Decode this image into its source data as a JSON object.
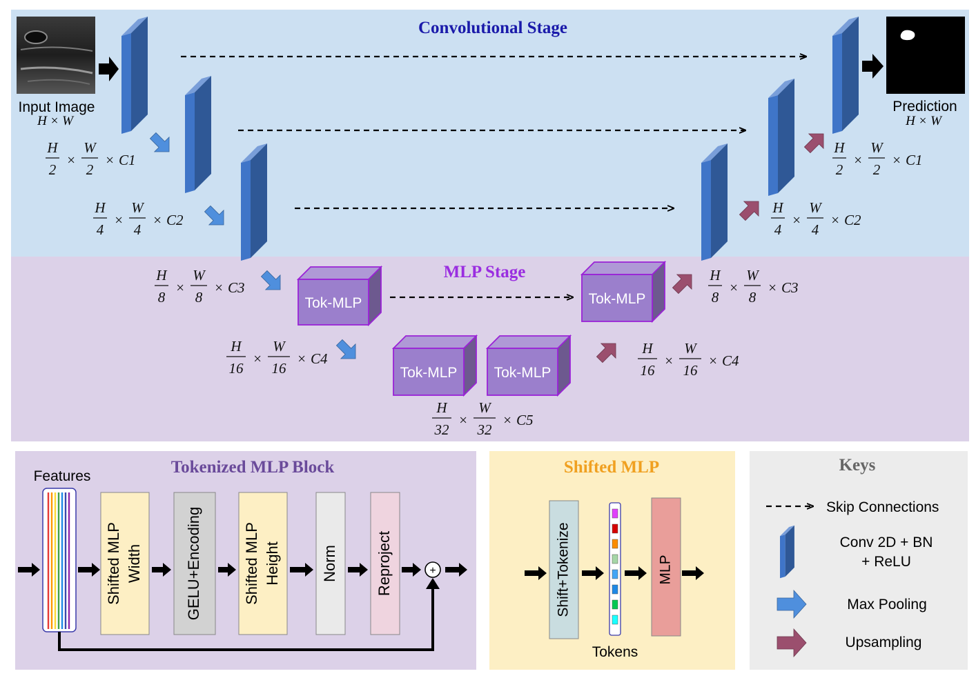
{
  "colors": {
    "conv_bg": "#cce0f2",
    "mlp_bg": "#dcd1e8",
    "tok_bg": "#dcd1e8",
    "shift_bg": "#fdefc4",
    "keys_bg": "#ececec",
    "conv_block": "#3f75c8",
    "maxpool_arrow": "#4f8fdd",
    "upsample_arrow": "#9b4f6e",
    "tokmlp_cube": "#9b7fcc",
    "conv_title": "#1a1aaa",
    "mlp_title": "#9a2ee0",
    "tok_title": "#6a4a9a",
    "shift_title": "#f0a020",
    "keys_title": "#666666"
  },
  "top": {
    "conv_title": "Convolutional Stage",
    "mlp_title": "MLP Stage",
    "input_label": "Input Image",
    "input_dim": "H × W",
    "prediction_label": "Prediction",
    "prediction_dim": "H × W",
    "tokmlp_label": "Tok-MLP",
    "dims": [
      {
        "id": "enc1",
        "h": "H",
        "hd": "2",
        "w": "W",
        "wd": "2",
        "c": "C1"
      },
      {
        "id": "enc2",
        "h": "H",
        "hd": "4",
        "w": "W",
        "wd": "4",
        "c": "C2"
      },
      {
        "id": "enc3",
        "h": "H",
        "hd": "8",
        "w": "W",
        "wd": "8",
        "c": "C3"
      },
      {
        "id": "enc4",
        "h": "H",
        "hd": "16",
        "w": "W",
        "wd": "16",
        "c": "C4"
      },
      {
        "id": "bottleneck",
        "h": "H",
        "hd": "32",
        "w": "W",
        "wd": "32",
        "c": "C5"
      },
      {
        "id": "dec4",
        "h": "H",
        "hd": "16",
        "w": "W",
        "wd": "16",
        "c": "C4"
      },
      {
        "id": "dec3",
        "h": "H",
        "hd": "8",
        "w": "W",
        "wd": "8",
        "c": "C3"
      },
      {
        "id": "dec2",
        "h": "H",
        "hd": "4",
        "w": "W",
        "wd": "4",
        "c": "C2"
      },
      {
        "id": "dec1",
        "h": "H",
        "hd": "2",
        "w": "W",
        "wd": "2",
        "c": "C1"
      }
    ]
  },
  "tok_block": {
    "title": "Tokenized MLP Block",
    "features_label": "Features",
    "steps": [
      "Shifted MLP Width",
      "GELU+Encoding",
      "Shifted MLP Height",
      "Norm",
      "Reproject"
    ],
    "step_lines": [
      [
        "Shifted MLP",
        "Width"
      ],
      [
        "GELU+Encoding"
      ],
      [
        "Shifted MLP",
        "Height"
      ],
      [
        "Norm"
      ],
      [
        "Reproject"
      ]
    ],
    "plus_symbol": "+",
    "feature_colors": [
      "#e53935",
      "#ff9800",
      "#fdd835",
      "#43a047",
      "#1e88e5",
      "#3949ab",
      "#8e24aa"
    ]
  },
  "shifted_mlp": {
    "title": "Shifted MLP",
    "shift_label": "Shift+Tokenize",
    "mlp_label": "MLP",
    "tokens_label": "Tokens",
    "token_colors": [
      "#e040fb",
      "#d50000",
      "#fb8c00",
      "#a5d6a7",
      "#42a5f5",
      "#1e88e5",
      "#00c853",
      "#18ffff"
    ]
  },
  "keys": {
    "title": "Keys",
    "skip": "Skip Connections",
    "conv": "Conv 2D + BN",
    "conv2": "+ ReLU",
    "maxpool": "Max Pooling",
    "upsample": "Upsampling"
  }
}
